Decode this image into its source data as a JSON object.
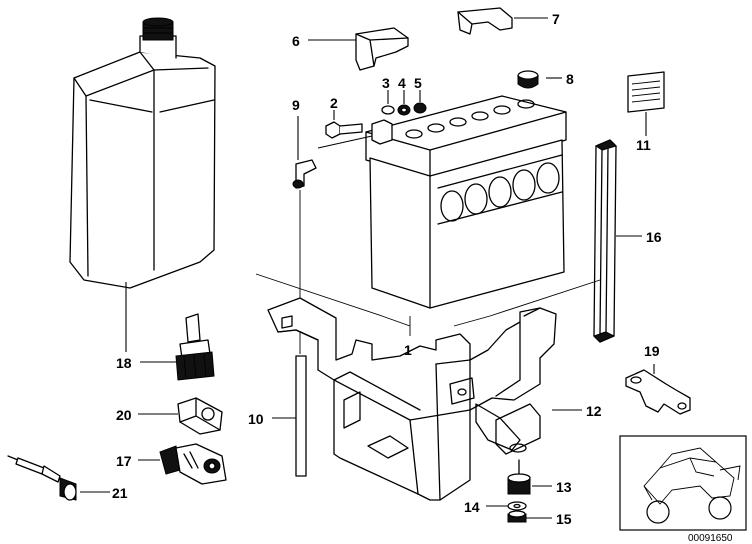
{
  "diagram": {
    "part_labels": [
      {
        "id": "p1",
        "text": "1"
      },
      {
        "id": "p2",
        "text": "2"
      },
      {
        "id": "p3",
        "text": "3"
      },
      {
        "id": "p4",
        "text": "4"
      },
      {
        "id": "p5",
        "text": "5"
      },
      {
        "id": "p6",
        "text": "6"
      },
      {
        "id": "p7",
        "text": "7"
      },
      {
        "id": "p8",
        "text": "8"
      },
      {
        "id": "p9",
        "text": "9"
      },
      {
        "id": "p10",
        "text": "10"
      },
      {
        "id": "p11",
        "text": "11"
      },
      {
        "id": "p12",
        "text": "12"
      },
      {
        "id": "p13",
        "text": "13"
      },
      {
        "id": "p14",
        "text": "14"
      },
      {
        "id": "p15",
        "text": "15"
      },
      {
        "id": "p16",
        "text": "16"
      },
      {
        "id": "p17",
        "text": "17"
      },
      {
        "id": "p18",
        "text": "18"
      },
      {
        "id": "p19",
        "text": "19"
      },
      {
        "id": "p20",
        "text": "20"
      },
      {
        "id": "p21",
        "text": "21"
      }
    ],
    "drawing_number": "00091650"
  }
}
